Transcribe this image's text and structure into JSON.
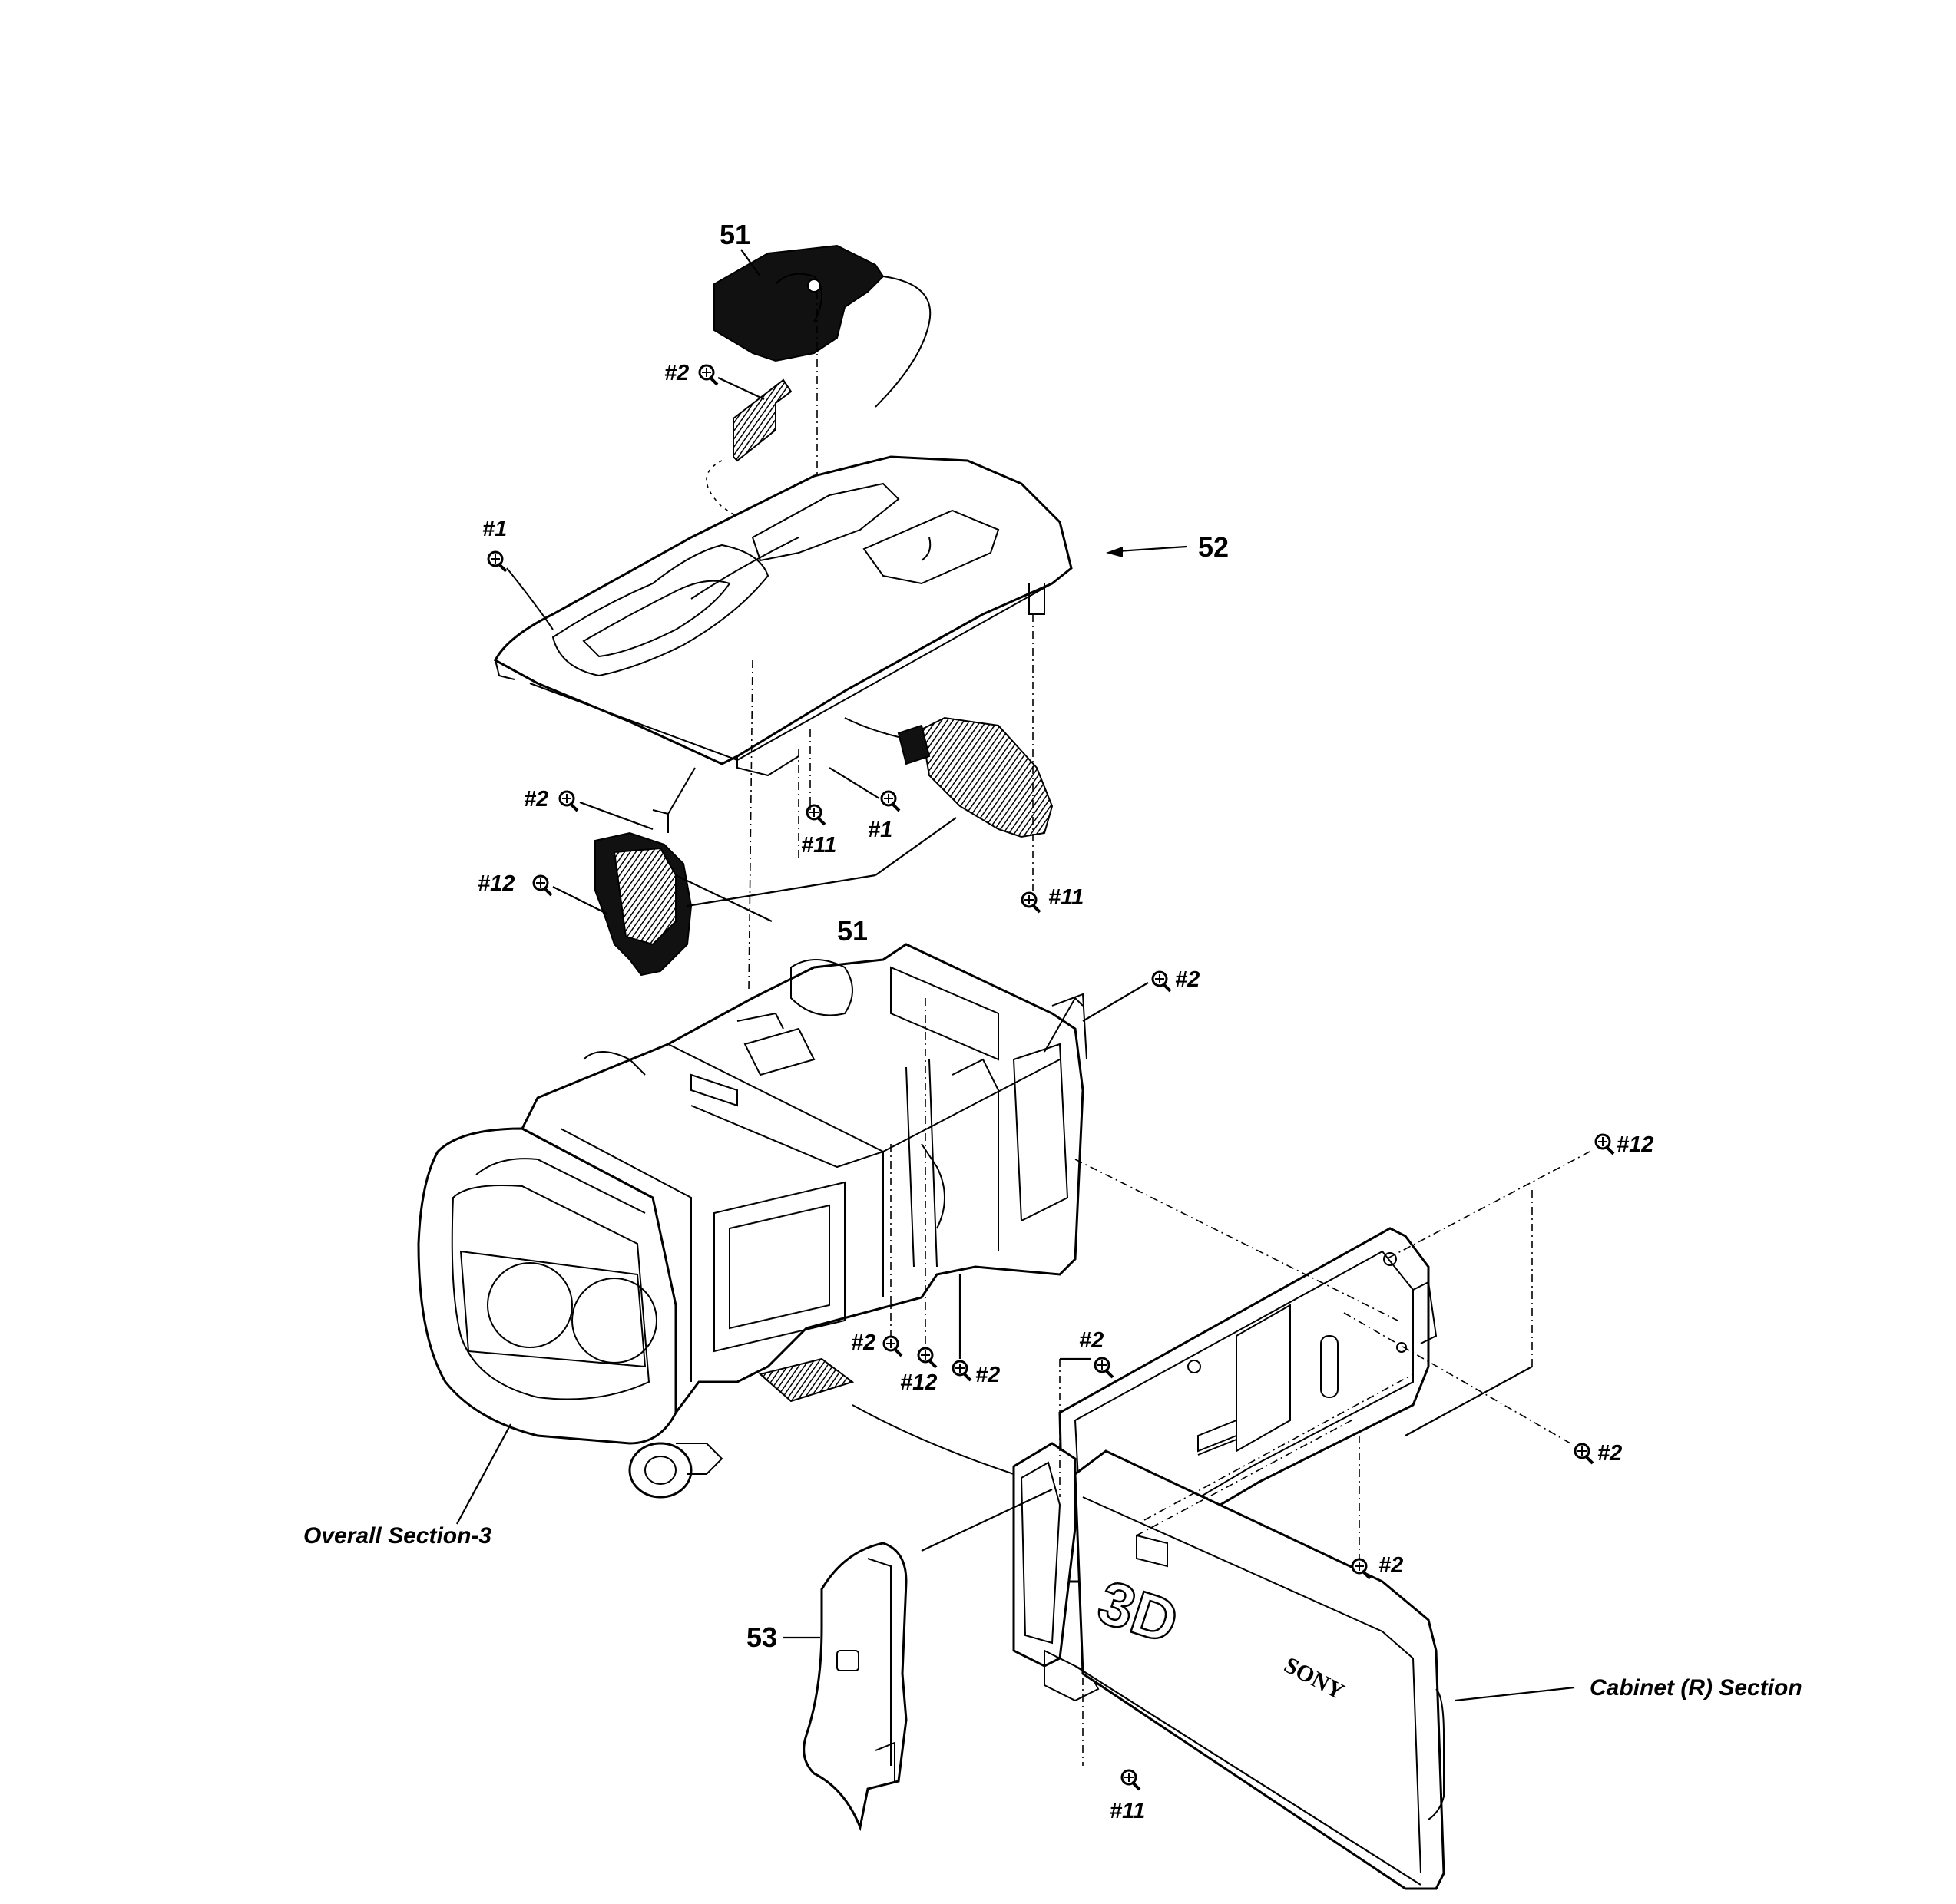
{
  "diagram": {
    "part_refs": {
      "p51_top": "51",
      "p51_mid": "51",
      "p52": "52",
      "p53": "53"
    },
    "screws": {
      "s_2_top": "#2",
      "s_1_left": "#1",
      "s_2_left": "#2",
      "s_12_left": "#12",
      "s_11_mid": "#11",
      "s_1_mid": "#1",
      "s_11_right": "#11",
      "s_2_frame": "#2",
      "s_12_right": "#12",
      "s_2_bot_a": "#2",
      "s_12_bot": "#12",
      "s_2_bot_b": "#2",
      "s_2_panel_top": "#2",
      "s_2_panel_right": "#2",
      "s_2_panel_bot": "#2",
      "s_11_bottom": "#11"
    },
    "sections": {
      "overall": "Overall Section-3",
      "cabinet_r": "Cabinet (R) Section"
    },
    "panel_text": {
      "brand": "SONY",
      "badge": "3D"
    }
  }
}
